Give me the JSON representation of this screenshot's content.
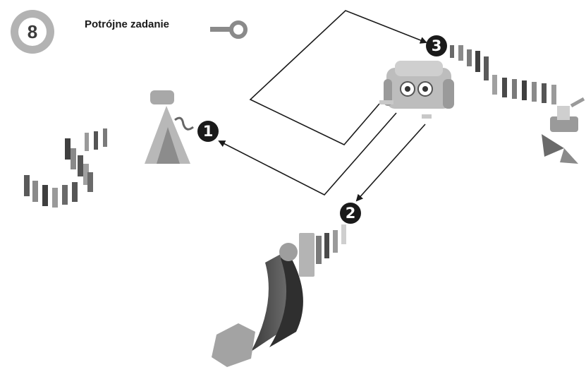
{
  "header": {
    "task_number": "8",
    "title": "Potrójne zadanie"
  },
  "steps": [
    "1",
    "2",
    "3"
  ],
  "icons": {
    "difficulty": "key-shape-icon"
  },
  "colors": {
    "badge": "#b3b3b3",
    "step_marker": "#1a1a1a",
    "arrow": "#1a1a1a"
  }
}
